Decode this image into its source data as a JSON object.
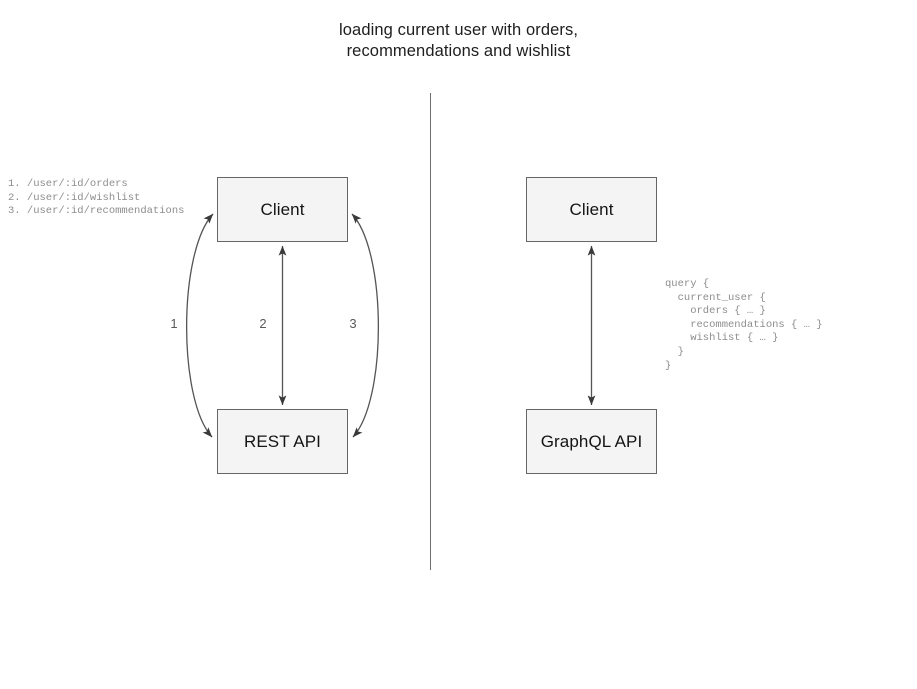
{
  "diagram": {
    "title": "loading current user with orders,\nrecommendations and wishlist",
    "divider": {
      "orientation": "vertical",
      "color": "#6e6e6e"
    },
    "style": {
      "box_fill": "#f4f4f4",
      "box_stroke": "#666666",
      "edge_stroke": "#555555",
      "annotation_color": "#8d8d8d",
      "label_color": "#5a5a5a",
      "background": "#ffffff"
    },
    "left_panel": {
      "name": "rest-approach",
      "nodes": [
        {
          "id": "rest-client",
          "label": "Client"
        },
        {
          "id": "rest-api",
          "label": "REST API"
        }
      ],
      "annotation": "1. /user/:id/orders\n2. /user/:id/wishlist\n3. /user/:id/recommendations",
      "edges": [
        {
          "id": "edge-1",
          "label": "1",
          "from": "rest-client",
          "to": "rest-api",
          "style": "curved-left",
          "arrows": "both"
        },
        {
          "id": "edge-2",
          "label": "2",
          "from": "rest-client",
          "to": "rest-api",
          "style": "straight",
          "arrows": "both"
        },
        {
          "id": "edge-3",
          "label": "3",
          "from": "rest-client",
          "to": "rest-api",
          "style": "curved-right",
          "arrows": "both"
        }
      ]
    },
    "right_panel": {
      "name": "graphql-approach",
      "nodes": [
        {
          "id": "gql-client",
          "label": "Client"
        },
        {
          "id": "gql-api",
          "label": "GraphQL API"
        }
      ],
      "annotation": "query {\n  current_user {\n    orders { … }\n    recommendations { … }\n    wishlist { … }\n  }\n}",
      "edges": [
        {
          "id": "edge-gql",
          "label": "",
          "from": "gql-client",
          "to": "gql-api",
          "style": "straight",
          "arrows": "both"
        }
      ]
    }
  }
}
